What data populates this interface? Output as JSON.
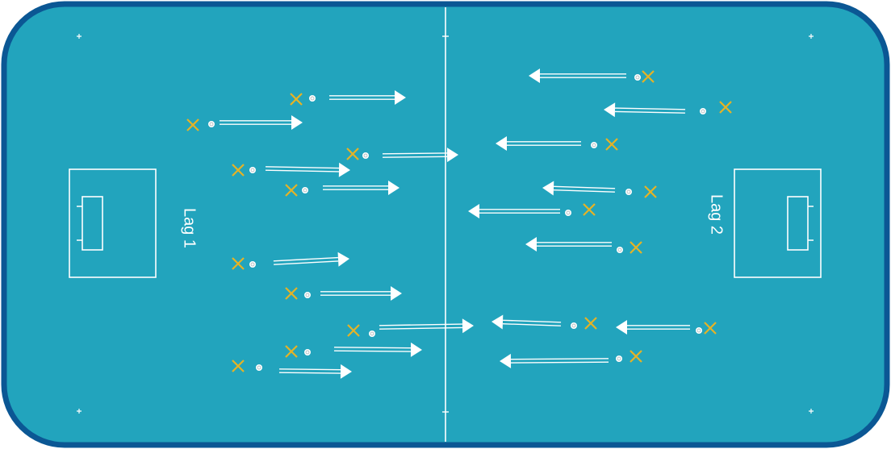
{
  "field": {
    "surface_color": "#22a4bd",
    "border_color": "#0b5794",
    "line_color": "#ffffff",
    "player_color": "#e6b325"
  },
  "teams": [
    {
      "label": "Lag 1",
      "side": "left",
      "attacking": "right"
    },
    {
      "label": "Lag 2",
      "side": "right",
      "attacking": "left"
    }
  ]
}
